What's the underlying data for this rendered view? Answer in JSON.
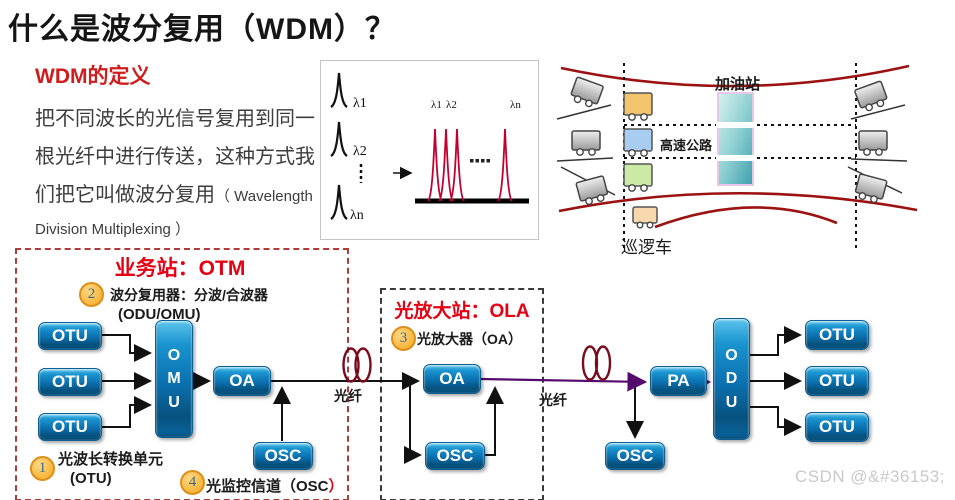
{
  "title": "什么是波分复用（WDM）？",
  "definition": {
    "heading": "WDM的定义",
    "line1": "把不同波长的光信号复用到同一",
    "line2": "根光纤中进行传送，这种方式我",
    "line3_zh": "们把它叫做波分复用",
    "line3_en": "（ Wavelength",
    "line4_en": "Division Multiplexing ）"
  },
  "wave_box": {
    "in_labels": [
      "λ1",
      "λ2",
      "λn"
    ],
    "out_labels": [
      "λ1",
      "λ2",
      "λn"
    ]
  },
  "highway": {
    "gas_station": "加油站",
    "highway_label": "高速公路",
    "patrol_label": "巡逻车"
  },
  "otm": {
    "title": "业务站：OTM",
    "badge": "2",
    "mux_line1": "波分复用器：分波/合波器",
    "mux_line2": "(ODU/OMU)",
    "otu": [
      "OTU",
      "OTU",
      "OTU"
    ],
    "omu": [
      "O",
      "M",
      "U"
    ],
    "oa": "OA",
    "osc": "OSC",
    "note1_badge": "1",
    "note1_line1": "光波长转换单元",
    "note1_line2": "(OTU)",
    "note4_badge": "4",
    "note4_text": "光监控信道（OSC",
    "note4_red": "）"
  },
  "ola": {
    "title": "光放大站：OLA",
    "badge": "3",
    "label": "光放大器（OA）",
    "oa": "OA",
    "osc": "OSC"
  },
  "fiber1": "光纤",
  "fiber2": "光纤",
  "right_side": {
    "pa": "PA",
    "odu": [
      "O",
      "D",
      "U"
    ],
    "otu": [
      "OTU",
      "OTU",
      "OTU"
    ],
    "osc": "OSC"
  },
  "watermark": "CSDN @&#36153;",
  "colors": {
    "accent_red": "#e60012",
    "box_blue": "#0b6fae",
    "badge_orange": "#f7a81f",
    "road_red": "#9c1212",
    "purple_line": "#550a6e"
  }
}
